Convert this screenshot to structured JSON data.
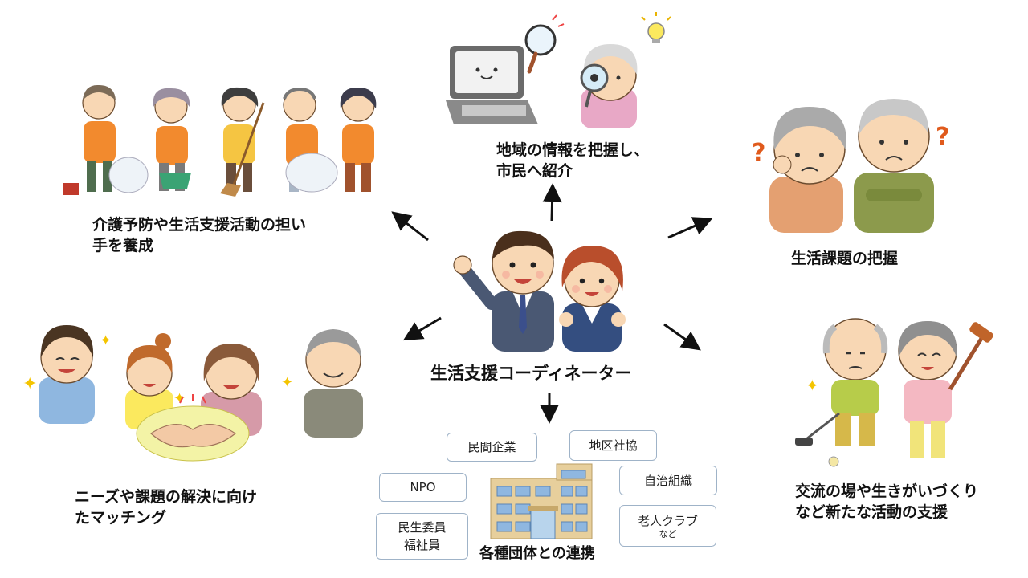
{
  "coordinator": {
    "title": "生活支援コーディネーター"
  },
  "roles": {
    "top": {
      "line1": "地域の情報を把握し、",
      "line2": "市民へ紹介"
    },
    "top_left": {
      "line1": "介護予防や生活支援活動の担い",
      "line2": "手を養成"
    },
    "top_right": {
      "line1": "生活課題の把握"
    },
    "bottom_left": {
      "line1": "ニーズや課題の解決に向け",
      "line2": "たマッチング"
    },
    "bottom_right": {
      "line1": "交流の場や生きがいづくり",
      "line2": "など新たな活動の支援"
    }
  },
  "organizations": {
    "caption": "各種団体との連携",
    "items": {
      "private_company": "民間企業",
      "district_council": "地区社協",
      "npo": "NPO",
      "self_governing": "自治組織",
      "welfare_commissioner_1": "民生委員",
      "welfare_commissioner_2": "福祉員",
      "seniors_club": "老人クラブ",
      "seniors_club_note": "など"
    }
  },
  "colors": {
    "vest_orange": "#f28a2e",
    "arrow": "#111111",
    "box_border": "#9fb3c8",
    "handshake_highlight": "#f3f3a6",
    "building": "#e7cf9c"
  }
}
